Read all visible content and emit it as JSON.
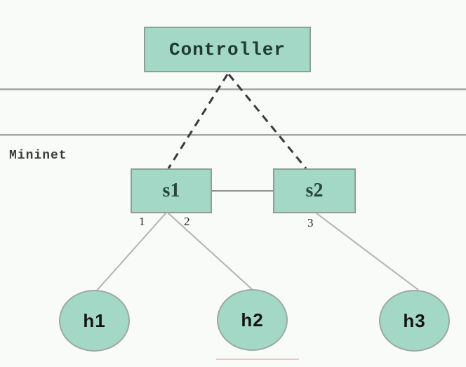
{
  "diagram": {
    "zone_label": "Mininet",
    "controller": {
      "label": "Controller"
    },
    "switches": [
      {
        "id": "s1",
        "label": "s1"
      },
      {
        "id": "s2",
        "label": "s2"
      }
    ],
    "hosts": [
      {
        "id": "h1",
        "label": "h1"
      },
      {
        "id": "h2",
        "label": "h2"
      },
      {
        "id": "h3",
        "label": "h3"
      }
    ],
    "port_labels": [
      {
        "switch": "s1",
        "label": "1"
      },
      {
        "switch": "s1",
        "label": "2"
      },
      {
        "switch": "s2",
        "label": "3"
      }
    ],
    "links": [
      {
        "from": "Controller",
        "to": "s1",
        "style": "dashed"
      },
      {
        "from": "Controller",
        "to": "s2",
        "style": "dashed"
      },
      {
        "from": "s1",
        "to": "s2",
        "style": "solid"
      },
      {
        "from": "s1",
        "to": "h1",
        "style": "solid",
        "port": "1"
      },
      {
        "from": "s1",
        "to": "h2",
        "style": "solid",
        "port": "2"
      },
      {
        "from": "s2",
        "to": "h3",
        "style": "solid",
        "port": "3"
      }
    ],
    "colors": {
      "node_fill": "#a2d8c5",
      "node_border": "#8f9e97",
      "solid_link": "#b2b4b2",
      "switch_link": "#8e908e",
      "dashed_link": "#3a3a3a",
      "separator": "#a4a6a4",
      "background": "#f9fbf9"
    }
  }
}
